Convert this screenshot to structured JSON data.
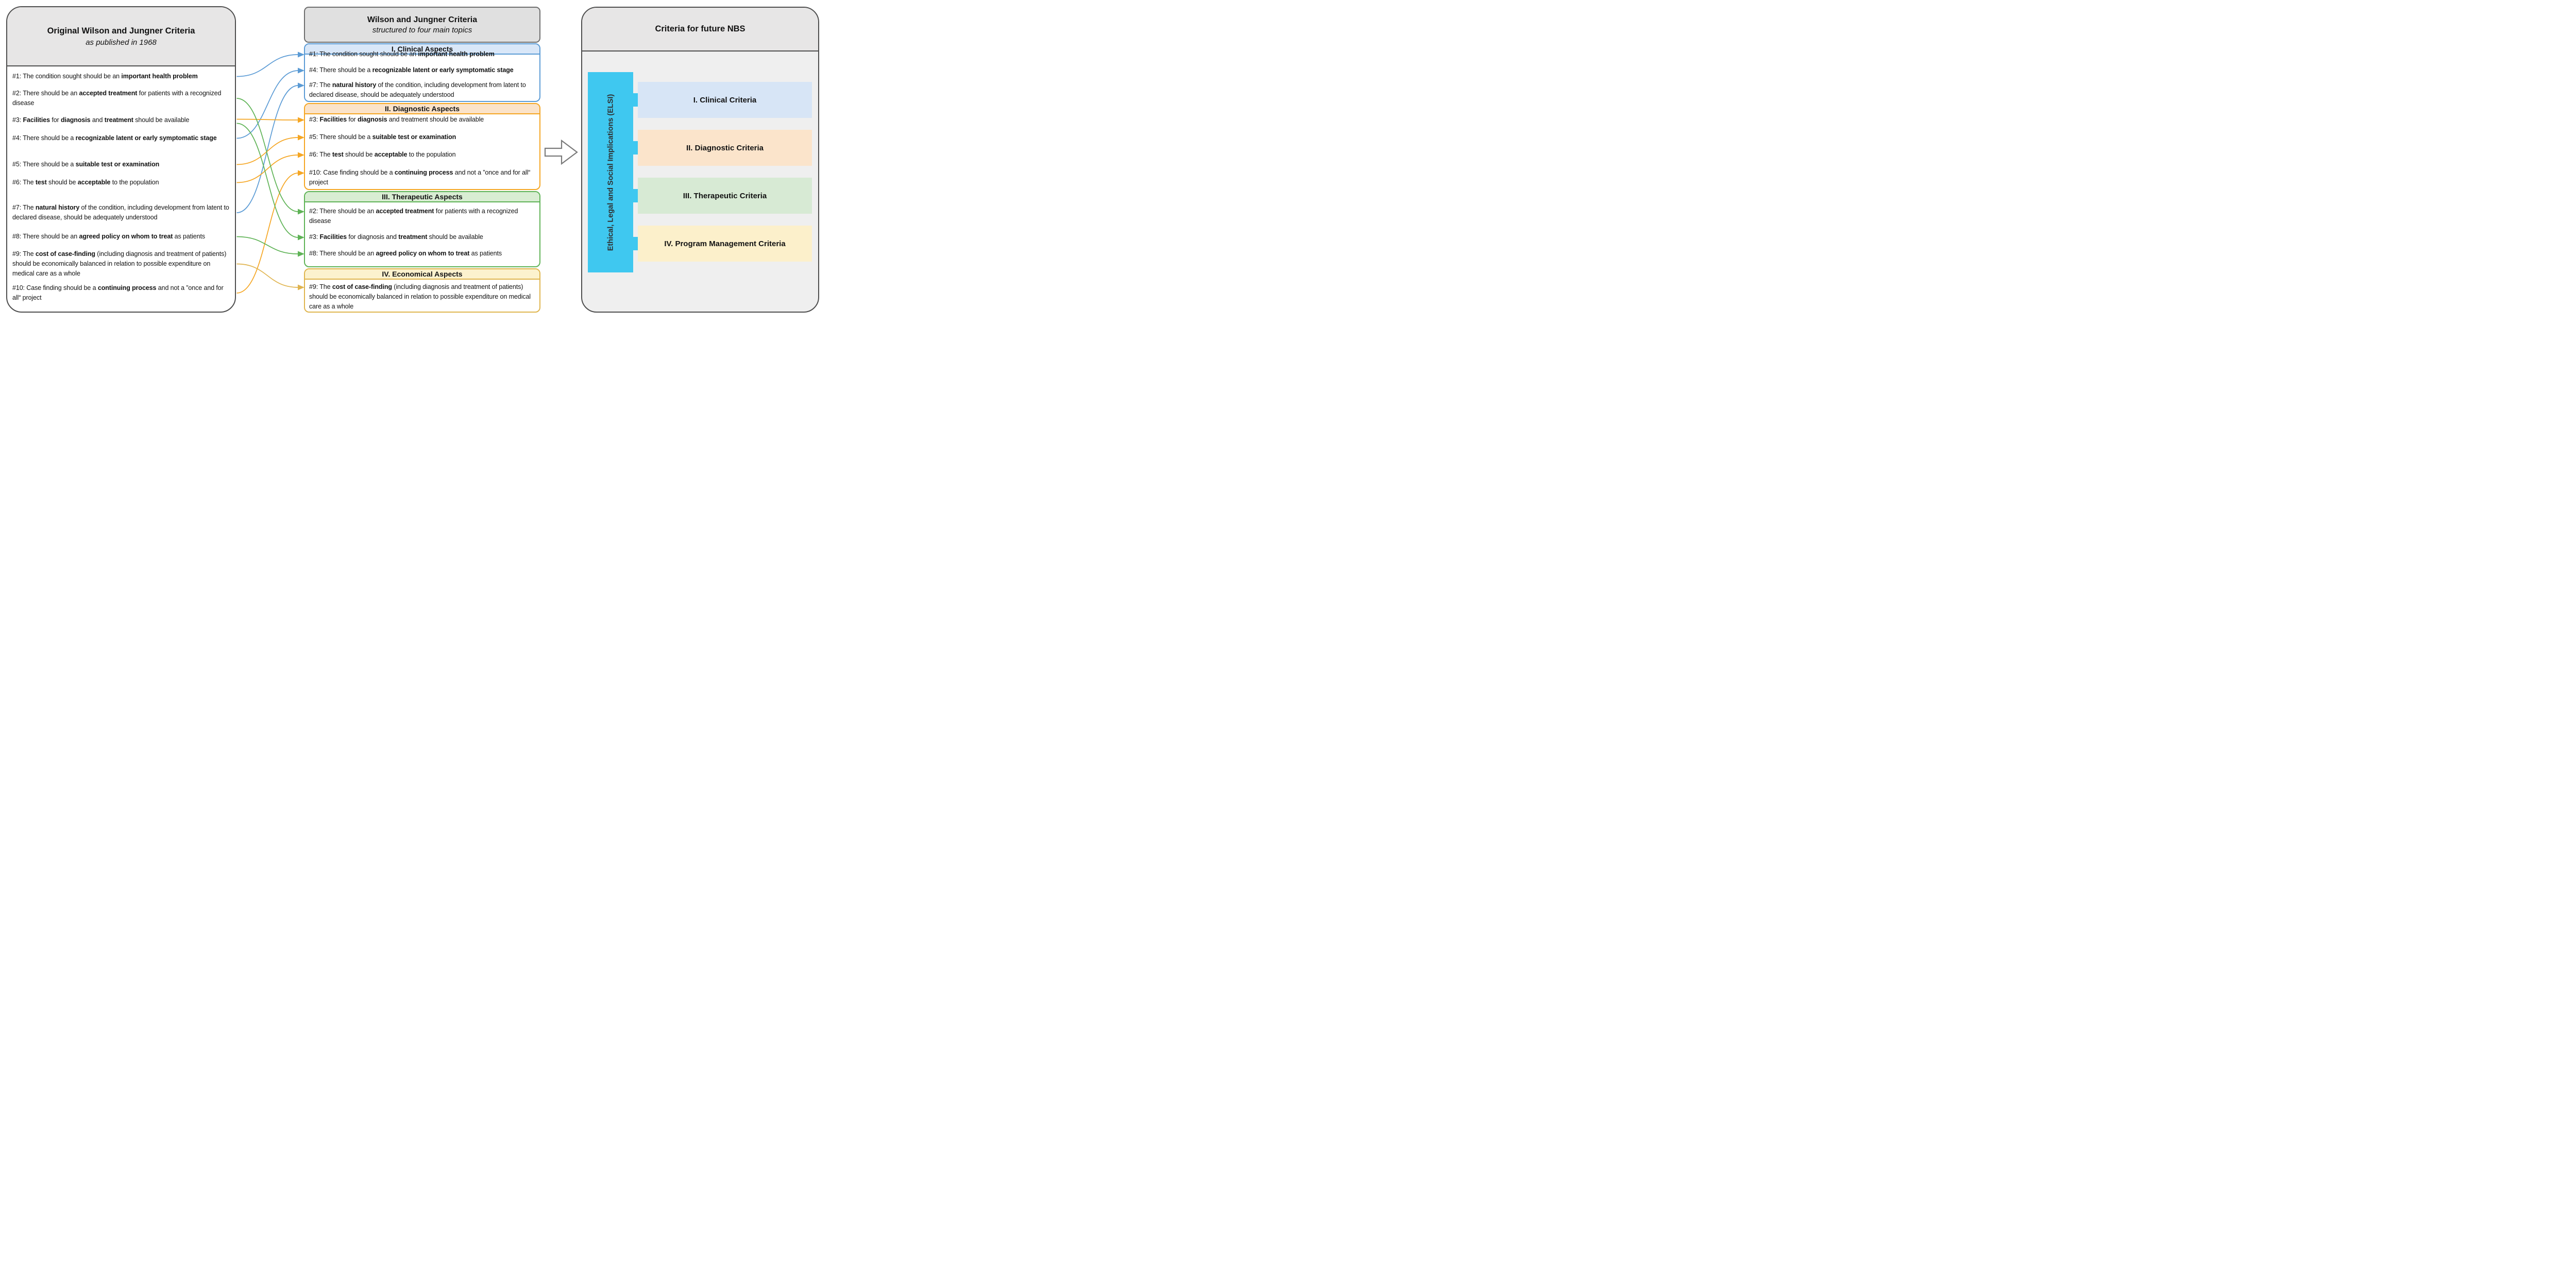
{
  "colors": {
    "panel_border": "#4d4d4d",
    "header_fill": "#e7e6e6",
    "right_body_fill": "#efefef",
    "accent_cyan": "#3fc8f0",
    "clinical_border": "#5b9bd5",
    "clinical_fill": "#d9e7f8",
    "diagnostic_border": "#f5a623",
    "diagnostic_fill": "#fbe3c9",
    "therapeutic_border": "#5fb356",
    "therapeutic_fill": "#d9edd3",
    "economical_border": "#dfb54e",
    "economical_fill": "#fcf2ce",
    "connector": {
      "blue": "#5b9bd5",
      "orange": "#f5a623",
      "green": "#5fb356",
      "gold": "#e0b44f"
    }
  },
  "left_panel": {
    "title": "Original Wilson and Jungner Criteria",
    "subtitle": "as published in 1968",
    "items": [
      {
        "id": "L1",
        "segments": [
          {
            "t": "#1: The condition sought should be an "
          },
          {
            "t": "important health problem",
            "b": true
          }
        ]
      },
      {
        "id": "L2",
        "segments": [
          {
            "t": "#2: There should be an "
          },
          {
            "t": "accepted treatment",
            "b": true
          },
          {
            "t": " for patients with a recognized disease"
          }
        ]
      },
      {
        "id": "L3",
        "segments": [
          {
            "t": "#3: "
          },
          {
            "t": "Facilities",
            "b": true
          },
          {
            "t": " for "
          },
          {
            "t": "diagnosis",
            "b": true
          },
          {
            "t": " and "
          },
          {
            "t": "treatment",
            "b": true
          },
          {
            "t": " should be available"
          }
        ]
      },
      {
        "id": "L4",
        "segments": [
          {
            "t": "#4: There should be a "
          },
          {
            "t": "recognizable latent or early symptomatic stage",
            "b": true
          }
        ]
      },
      {
        "id": "L5",
        "segments": [
          {
            "t": "#5: There should be a "
          },
          {
            "t": "suitable test or examination",
            "b": true
          }
        ]
      },
      {
        "id": "L6",
        "segments": [
          {
            "t": "#6: The "
          },
          {
            "t": "test",
            "b": true
          },
          {
            "t": " should be "
          },
          {
            "t": "acceptable",
            "b": true
          },
          {
            "t": " to the population"
          }
        ]
      },
      {
        "id": "L7",
        "segments": [
          {
            "t": "#7: The "
          },
          {
            "t": "natural history",
            "b": true
          },
          {
            "t": " of the condition, including development from latent to declared disease, should be adequately understood"
          }
        ]
      },
      {
        "id": "L8",
        "segments": [
          {
            "t": "#8: There should be an "
          },
          {
            "t": "agreed policy on whom to treat",
            "b": true
          },
          {
            "t": " as patients"
          }
        ]
      },
      {
        "id": "L9",
        "segments": [
          {
            "t": "#9: The "
          },
          {
            "t": "cost of case-finding",
            "b": true
          },
          {
            "t": " (including diagnosis and treatment of patients) should be economically balanced in relation to possible expenditure on medical care as a whole"
          }
        ]
      },
      {
        "id": "L10",
        "segments": [
          {
            "t": "#10: Case finding should be a "
          },
          {
            "t": "continuing process",
            "b": true
          },
          {
            "t": " and not a ”once and for all“ project"
          }
        ]
      }
    ]
  },
  "middle_panel": {
    "title": "Wilson and Jungner Criteria",
    "subtitle": "structured to four main topics",
    "sections": [
      {
        "id": "clinical",
        "label": "I. Clinical Aspects",
        "items": [
          {
            "id": "C1",
            "segments": [
              {
                "t": "#1: The condition sought should be an "
              },
              {
                "t": "important health problem",
                "b": true
              }
            ]
          },
          {
            "id": "C4",
            "segments": [
              {
                "t": "#4: There should be a "
              },
              {
                "t": "recognizable latent or early symptomatic stage",
                "b": true
              }
            ]
          },
          {
            "id": "C7",
            "segments": [
              {
                "t": "#7: The "
              },
              {
                "t": "natural history",
                "b": true
              },
              {
                "t": " of the condition, including development from latent to declared disease, should be adequately understood"
              }
            ]
          }
        ]
      },
      {
        "id": "diagnostic",
        "label": "II. Diagnostic Aspects",
        "items": [
          {
            "id": "D3",
            "segments": [
              {
                "t": "#3: "
              },
              {
                "t": "Facilities",
                "b": true
              },
              {
                "t": " for "
              },
              {
                "t": "diagnosis",
                "b": true
              },
              {
                "t": " and treatment should be available"
              }
            ]
          },
          {
            "id": "D5",
            "segments": [
              {
                "t": "#5: There should be a "
              },
              {
                "t": "suitable test or examination",
                "b": true
              }
            ]
          },
          {
            "id": "D6",
            "segments": [
              {
                "t": "#6: The "
              },
              {
                "t": "test",
                "b": true
              },
              {
                "t": " should be "
              },
              {
                "t": "acceptable",
                "b": true
              },
              {
                "t": " to the population"
              }
            ]
          },
          {
            "id": "D10",
            "segments": [
              {
                "t": "#10: Case finding should be a "
              },
              {
                "t": "continuing process",
                "b": true
              },
              {
                "t": " and not a ”once and for all“ project"
              }
            ]
          }
        ]
      },
      {
        "id": "therapeutic",
        "label": "III. Therapeutic Aspects",
        "items": [
          {
            "id": "T2",
            "segments": [
              {
                "t": "#2: There should be an "
              },
              {
                "t": "accepted treatment",
                "b": true
              },
              {
                "t": " for patients with a recognized disease"
              }
            ]
          },
          {
            "id": "T3",
            "segments": [
              {
                "t": "#3: "
              },
              {
                "t": "Facilities",
                "b": true
              },
              {
                "t": " for diagnosis and "
              },
              {
                "t": "treatment",
                "b": true
              },
              {
                "t": " should be available"
              }
            ]
          },
          {
            "id": "T8",
            "segments": [
              {
                "t": "#8: There should be an "
              },
              {
                "t": "agreed policy on whom to treat",
                "b": true
              },
              {
                "t": " as patients"
              }
            ]
          }
        ]
      },
      {
        "id": "economical",
        "label": "IV. Economical Aspects",
        "items": [
          {
            "id": "E9",
            "segments": [
              {
                "t": "#9: The "
              },
              {
                "t": "cost of case-finding",
                "b": true
              },
              {
                "t": " (including diagnosis and treatment of patients) should be economically balanced in relation to possible expenditure on medical care as a whole"
              }
            ]
          }
        ]
      }
    ]
  },
  "right_panel": {
    "title": "Criteria for future NBS",
    "elsi_label": "Ethical, Legal and Social Implications (ELSI)",
    "categories": [
      {
        "id": "R1",
        "label": "I. Clinical Criteria"
      },
      {
        "id": "R2",
        "label": "II. Diagnostic Criteria"
      },
      {
        "id": "R3",
        "label": "III. Therapeutic Criteria"
      },
      {
        "id": "R4",
        "label": "IV. Program Management Criteria"
      }
    ]
  },
  "connections": [
    {
      "from": "L1",
      "to": "C1",
      "color": "blue"
    },
    {
      "from": "L4",
      "to": "C4",
      "color": "blue"
    },
    {
      "from": "L7",
      "to": "C7",
      "color": "blue"
    },
    {
      "from": "L3",
      "to": "D3",
      "color": "orange"
    },
    {
      "from": "L5",
      "to": "D5",
      "color": "orange"
    },
    {
      "from": "L6",
      "to": "D6",
      "color": "orange"
    },
    {
      "from": "L10",
      "to": "D10",
      "color": "orange"
    },
    {
      "from": "L2",
      "to": "T2",
      "color": "green"
    },
    {
      "from": "L3",
      "to": "T3",
      "color": "green"
    },
    {
      "from": "L8",
      "to": "T8",
      "color": "green"
    },
    {
      "from": "L9",
      "to": "E9",
      "color": "gold"
    }
  ]
}
